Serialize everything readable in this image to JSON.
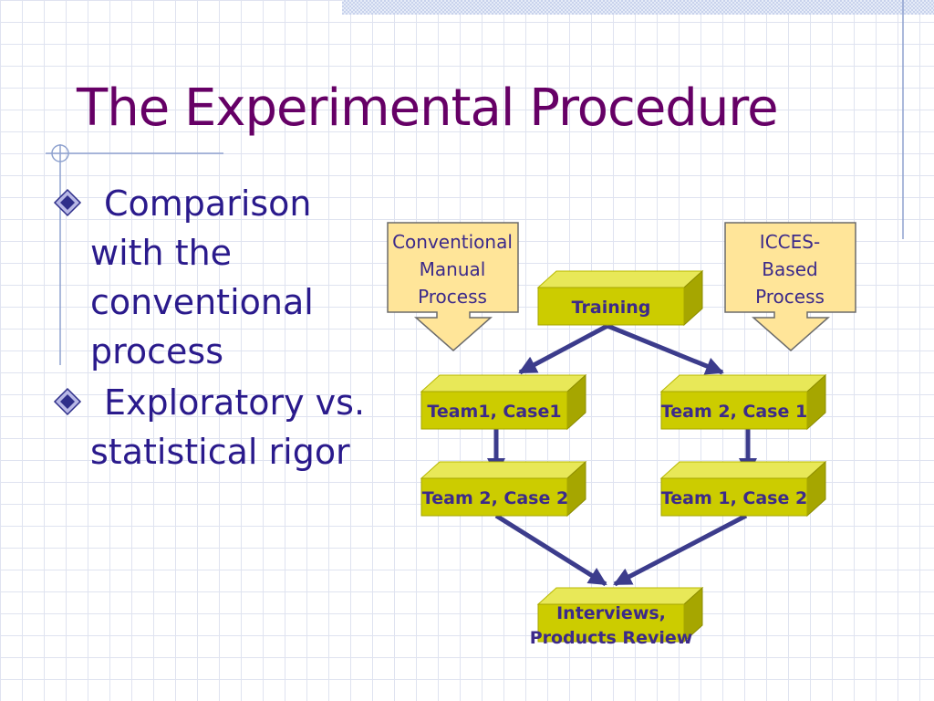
{
  "slide": {
    "title": "The Experimental Procedure",
    "bullets": [
      "Comparison with the conventional process",
      "Exploratory vs. statistical rigor"
    ]
  },
  "diagram": {
    "callout_left": [
      "Conventional",
      "Manual",
      "Process"
    ],
    "callout_right": [
      "ICCES-",
      "Based",
      "Process"
    ],
    "boxes": {
      "training": "Training",
      "team1_case1": "Team1, Case1",
      "team2_case1": "Team 2, Case 1",
      "team2_case2": "Team 2, Case 2",
      "team1_case2": "Team 1, Case 2",
      "interviews_line1": "Interviews,",
      "interviews_line2": "Products Review"
    }
  },
  "colors": {
    "title": "#660066",
    "bullet_text": "#2a1a8c",
    "box_front": "#cccc00",
    "box_top": "#e8e858",
    "box_side": "#a6a600",
    "callout_fill": "#ffe599",
    "arrow": "#3c3c8c"
  }
}
